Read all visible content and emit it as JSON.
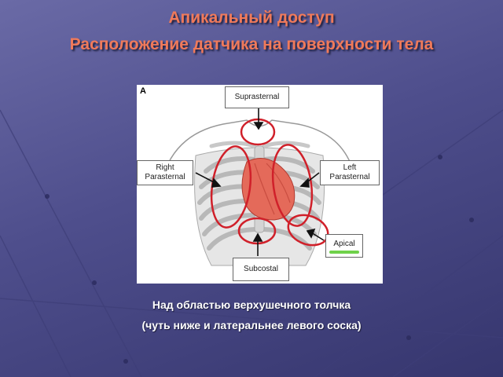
{
  "slide": {
    "title_line1": "Апикальный доступ",
    "title_line2": "Расположение датчика на поверхности тела",
    "caption_line1": "Над областью верхушечного толчка",
    "caption_line2": "(чуть ниже и латеральнее левого соска)"
  },
  "figure": {
    "panel_letter": "A",
    "labels": {
      "suprasternal": "Suprasternal",
      "right_parasternal_1": "Right",
      "right_parasternal_2": "Parasternal",
      "left_parasternal_1": "Left",
      "left_parasternal_2": "Parasternal",
      "apical": "Apical",
      "subcostal": "Subcostal"
    }
  },
  "colors": {
    "title": "#f07a5a",
    "caption": "#ffffff",
    "background": "#4e4e8c",
    "window_ring": "#d0202a",
    "apical_highlight": "#6fd24a"
  }
}
